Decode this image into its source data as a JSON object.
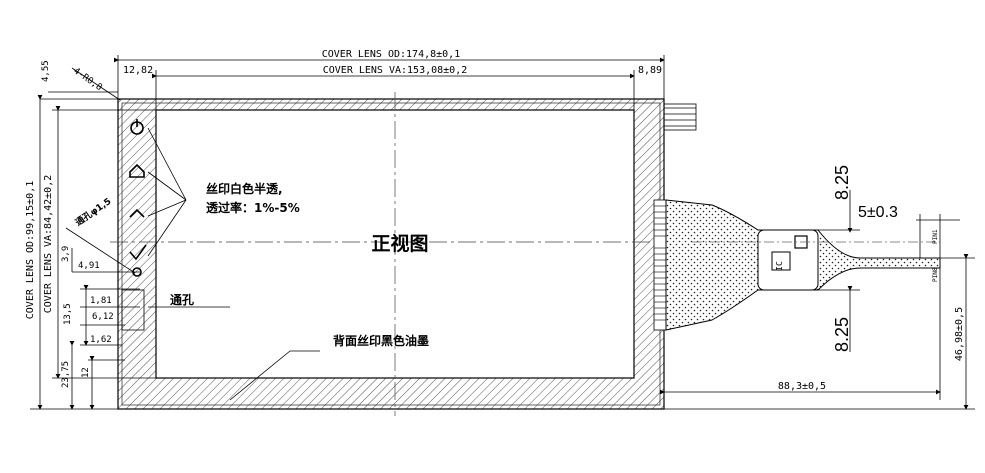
{
  "drawing": {
    "center_title": "正视图",
    "dims": {
      "od_width": "COVER LENS OD:174,8±0,1",
      "va_width": "COVER LENS VA:153,08±0,2",
      "left_margin": "12,82",
      "right_margin": "8,89",
      "radius": "4-R0,8",
      "top_offset": "4,55",
      "od_height": "COVER LENS OD:99,15±0,1",
      "va_height": "COVER LENS VA:84,42±0,2",
      "hole_label": "通孔φ1,5",
      "d_3_9": "3,9",
      "d_4_91": "4,91",
      "d_1_81": "1,81",
      "d_13_5": "13,5",
      "d_6_12": "6,12",
      "d_1_62": "1,62",
      "d_23_75": "23,75",
      "d_12": "12",
      "fpc_top": "8.25",
      "fpc_bottom": "8.25",
      "fpc_width": "5±0.3",
      "fpc_length": "88,3±0,5",
      "fpc_height": "46,98±0,5",
      "pin_top": "PIN1",
      "pin_bottom": "PIN8",
      "ic": "IC"
    },
    "notes": {
      "silk_line1": "丝印白色半透,",
      "silk_line2": "透过率：1%-5%",
      "through_hole": "通孔",
      "back_silk": "背面丝印黑色油墨"
    }
  }
}
